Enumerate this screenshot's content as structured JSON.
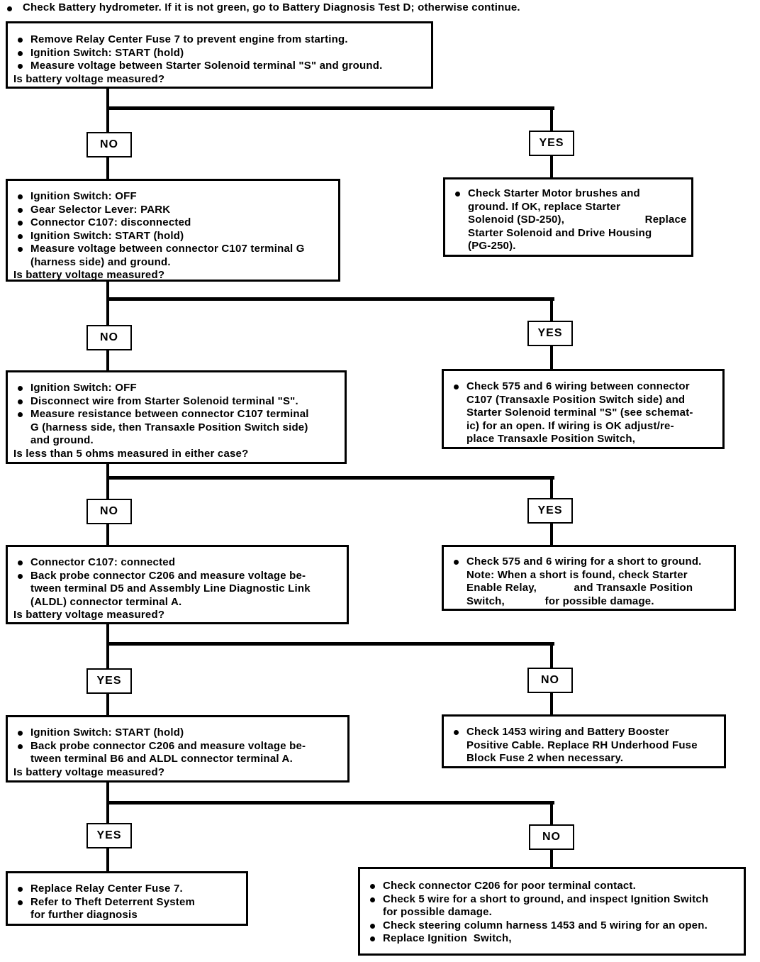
{
  "header": {
    "text": "Check Battery hydrometer. If it is not green, go to Battery Diagnosis Test D; otherwise continue."
  },
  "decisions": {
    "d1": {
      "left": "NO",
      "right": "YES"
    },
    "d2": {
      "left": "NO",
      "right": "YES"
    },
    "d3": {
      "left": "NO",
      "right": "YES"
    },
    "d4": {
      "left": "YES",
      "right": "NO"
    },
    "d5": {
      "left": "YES",
      "right": "NO"
    }
  },
  "boxes": {
    "b1": {
      "items": [
        {
          "lines": [
            "Remove Relay Center Fuse 7 to prevent engine from starting."
          ]
        },
        {
          "lines": [
            "Ignition Switch: START (hold)"
          ]
        },
        {
          "lines": [
            "Measure voltage between Starter Solenoid terminal \"S\" and ground."
          ]
        }
      ],
      "question": "Is battery voltage measured?"
    },
    "b2": {
      "items": [
        {
          "lines": [
            "Ignition Switch: OFF"
          ]
        },
        {
          "lines": [
            "Gear Selector Lever: PARK"
          ]
        },
        {
          "lines": [
            "Connector C107: disconnected"
          ]
        },
        {
          "lines": [
            "Ignition Switch: START (hold)"
          ]
        },
        {
          "lines": [
            "Measure voltage between connector C107 terminal G",
            "(harness side) and ground."
          ]
        }
      ],
      "question": "Is battery voltage measured?"
    },
    "b3": {
      "items": [
        {
          "lines": [
            "Ignition Switch: OFF"
          ]
        },
        {
          "lines": [
            "Disconnect wire from Starter Solenoid terminal \"S\"."
          ]
        },
        {
          "lines": [
            "Measure resistance between connector C107 terminal",
            "G (harness side, then Transaxle Position Switch side)",
            "and ground."
          ]
        }
      ],
      "question": "Is less than 5 ohms measured in either case?"
    },
    "b4": {
      "items": [
        {
          "lines": [
            "Connector C107: connected"
          ]
        },
        {
          "lines": [
            "Back probe connector C206 and measure voltage be-",
            "tween terminal D5 and Assembly Line Diagnostic Link",
            "(ALDL) connector terminal A."
          ]
        }
      ],
      "question": "Is battery voltage measured?"
    },
    "b5": {
      "items": [
        {
          "lines": [
            "Ignition Switch: START (hold)"
          ]
        },
        {
          "lines": [
            "Back probe connector C206 and measure voltage be-",
            "tween terminal B6 and ALDL connector terminal A."
          ]
        }
      ],
      "question": "Is battery voltage measured?"
    },
    "b6": {
      "items": [
        {
          "lines": [
            "Replace Relay Center Fuse 7."
          ]
        },
        {
          "lines": [
            "Refer to Theft Deterrent System",
            "for further diagnosis"
          ]
        }
      ]
    },
    "b7": {
      "items": [
        {
          "lines": [
            "Check connector C206 for poor terminal contact."
          ]
        },
        {
          "lines": [
            "Check 5 wire for a short to ground, and inspect Ignition Switch",
            "for possible damage."
          ]
        },
        {
          "lines": [
            "Check steering column harness 1453 and 5 wiring for an open."
          ]
        },
        {
          "lines": [
            "Replace Ignition  Switch,"
          ]
        }
      ]
    },
    "r2": {
      "items": [
        {
          "lines": [
            "Check Starter Motor brushes and",
            "ground. If OK, replace Starter",
            "Solenoid (SD-250),                          Replace",
            "Starter Solenoid and Drive Housing",
            "(PG-250)."
          ]
        }
      ]
    },
    "r3": {
      "items": [
        {
          "lines": [
            "Check 575 and 6 wiring between connector",
            "C107 (Transaxle Position Switch side) and",
            "Starter Solenoid terminal \"S\" (see schemat-",
            "ic) for an open. If wiring is OK adjust/re-",
            "place Transaxle Position Switch,"
          ]
        }
      ]
    },
    "r4": {
      "items": [
        {
          "lines": [
            "Check 575 and 6 wiring for a short to ground.",
            "Note: When a short is found, check Starter",
            "Enable Relay,            and Transaxle Position",
            "Switch,             for possible damage."
          ]
        }
      ]
    },
    "r5": {
      "items": [
        {
          "lines": [
            "Check 1453 wiring and Battery Booster",
            "Positive Cable. Replace RH Underhood Fuse",
            "Block Fuse 2 when necessary."
          ]
        }
      ]
    }
  }
}
